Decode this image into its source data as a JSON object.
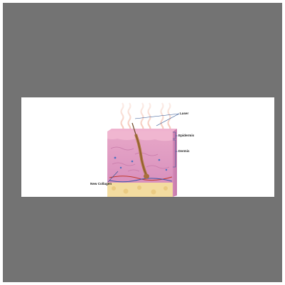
{
  "diagram": {
    "labels": {
      "laser": "Laser",
      "epidermis": "Epidermis",
      "dermis": "Dermis",
      "new_collagen": "New Collagen"
    },
    "colors": {
      "frame": "#737373",
      "background": "#ffffff",
      "laser_beam": "#f2b9a6",
      "epidermis": "#e9a4c4",
      "dermis": "#dc98c4",
      "fat_layer": "#f3dca0",
      "hair_follicle": "#8a5a2b",
      "pointer_line": "#2a4f8f"
    }
  }
}
